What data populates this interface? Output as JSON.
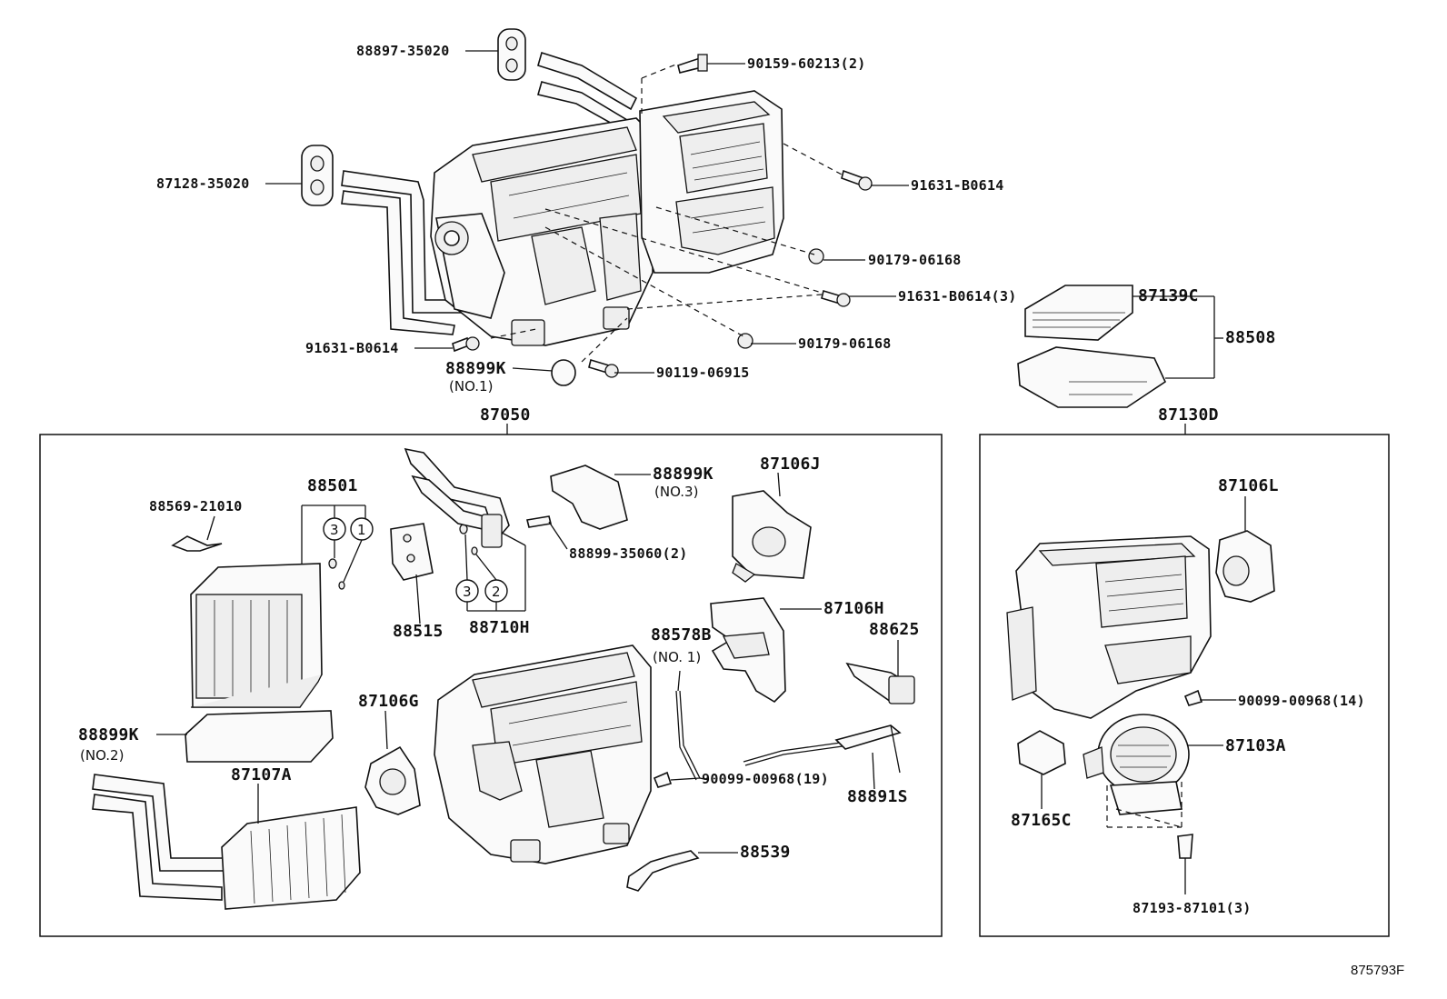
{
  "diagram": {
    "ref_code": "875793F",
    "groups": [
      {
        "id": "group-87050",
        "label": "87050"
      },
      {
        "id": "group-87130d",
        "label": "87130D"
      }
    ],
    "labels": {
      "p88897_35020": "88897-35020",
      "p90159_60213": "90159-60213(2)",
      "p87128_35020": "87128-35020",
      "p91631_b0614_a": "91631-B0614",
      "p90179_06168_a": "90179-06168",
      "p91631_b0614_3": "91631-B0614(3)",
      "p87139c": "87139C",
      "p88508": "88508",
      "p91631_b0614_b": "91631-B0614",
      "p90179_06168_b": "90179-06168",
      "p88899k_no1": "88899K",
      "p88899k_no1_sub": "(NO.1)",
      "p90119_06915": "90119-06915",
      "p88501": "88501",
      "p88569_21010": "88569-21010",
      "p88515": "88515",
      "p88710h": "88710H",
      "p88899k_no3": "88899K",
      "p88899k_no3_sub": "(NO.3)",
      "p88899_35060": "88899-35060(2)",
      "p87106j": "87106J",
      "p87106h": "87106H",
      "p88578b": "88578B",
      "p88578b_sub": "(NO. 1)",
      "p88625": "88625",
      "p88899k_no2": "88899K",
      "p88899k_no2_sub": "(NO.2)",
      "p87106g": "87106G",
      "p87107a": "87107A",
      "p90099_00968_19": "90099-00968(19)",
      "p88891s": "88891S",
      "p88539": "88539",
      "p87106l": "87106L",
      "p90099_00968_14": "90099-00968(14)",
      "p87103a": "87103A",
      "p87165c": "87165C",
      "p87193_87101": "87193-87101(3)"
    },
    "callouts": {
      "c1": "1",
      "c2": "2",
      "c3a": "3",
      "c3b": "3"
    }
  }
}
